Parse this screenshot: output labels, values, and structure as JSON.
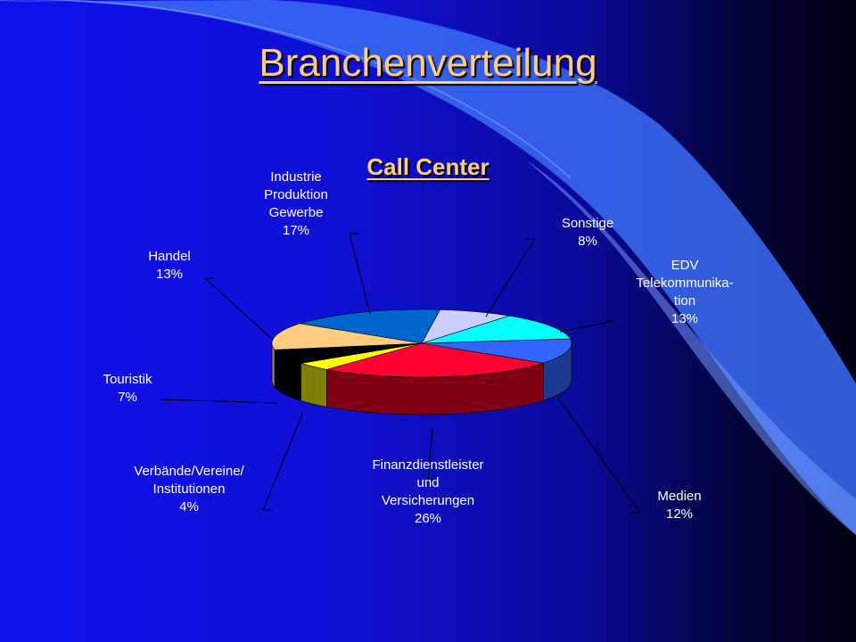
{
  "slide": {
    "title": "Branchenverteilung"
  },
  "colors": {
    "title": "#ffcc80",
    "label": "#ffffff"
  },
  "chart_data": {
    "type": "pie",
    "title": "Call Center",
    "slices": [
      {
        "name": "Sonstige",
        "label_lines": [
          "Sonstige"
        ],
        "value": 8,
        "value_label": "8%",
        "color": "#ccccff",
        "side": "#8e8eb5"
      },
      {
        "name": "EDV Telekommunikation",
        "label_lines": [
          "EDV",
          "Telekommunika-",
          "tion"
        ],
        "value": 13,
        "value_label": "13%",
        "color": "#00ffff",
        "side": "#00a8a8"
      },
      {
        "name": "Medien",
        "label_lines": [
          "Medien"
        ],
        "value": 12,
        "value_label": "12%",
        "color": "#3366ff",
        "side": "#1d3a90"
      },
      {
        "name": "Finanzdienstleister und Versicherungen",
        "label_lines": [
          "Finanzdienstleister",
          "und",
          "Versicherungen"
        ],
        "value": 26,
        "value_label": "26%",
        "color": "#ff0033",
        "side": "#800016"
      },
      {
        "name": "Verbände/Vereine/Institutionen",
        "label_lines": [
          "Verbände/Vereine/",
          "Institutionen"
        ],
        "value": 4,
        "value_label": "4%",
        "color": "#ffff00",
        "side": "#808000"
      },
      {
        "name": "Touristik",
        "label_lines": [
          "Touristik"
        ],
        "value": 7,
        "value_label": "7%",
        "color": "#000000",
        "side": "#000000"
      },
      {
        "name": "Handel",
        "label_lines": [
          "Handel"
        ],
        "value": 13,
        "value_label": "13%",
        "color": "#ffcc80",
        "side": "#a07840"
      },
      {
        "name": "Industrie Produktion Gewerbe",
        "label_lines": [
          "Industrie",
          "Produktion",
          "Gewerbe"
        ],
        "value": 17,
        "value_label": "17%",
        "color": "#0066cc",
        "side": "#003d7a"
      }
    ],
    "legend": "none"
  }
}
